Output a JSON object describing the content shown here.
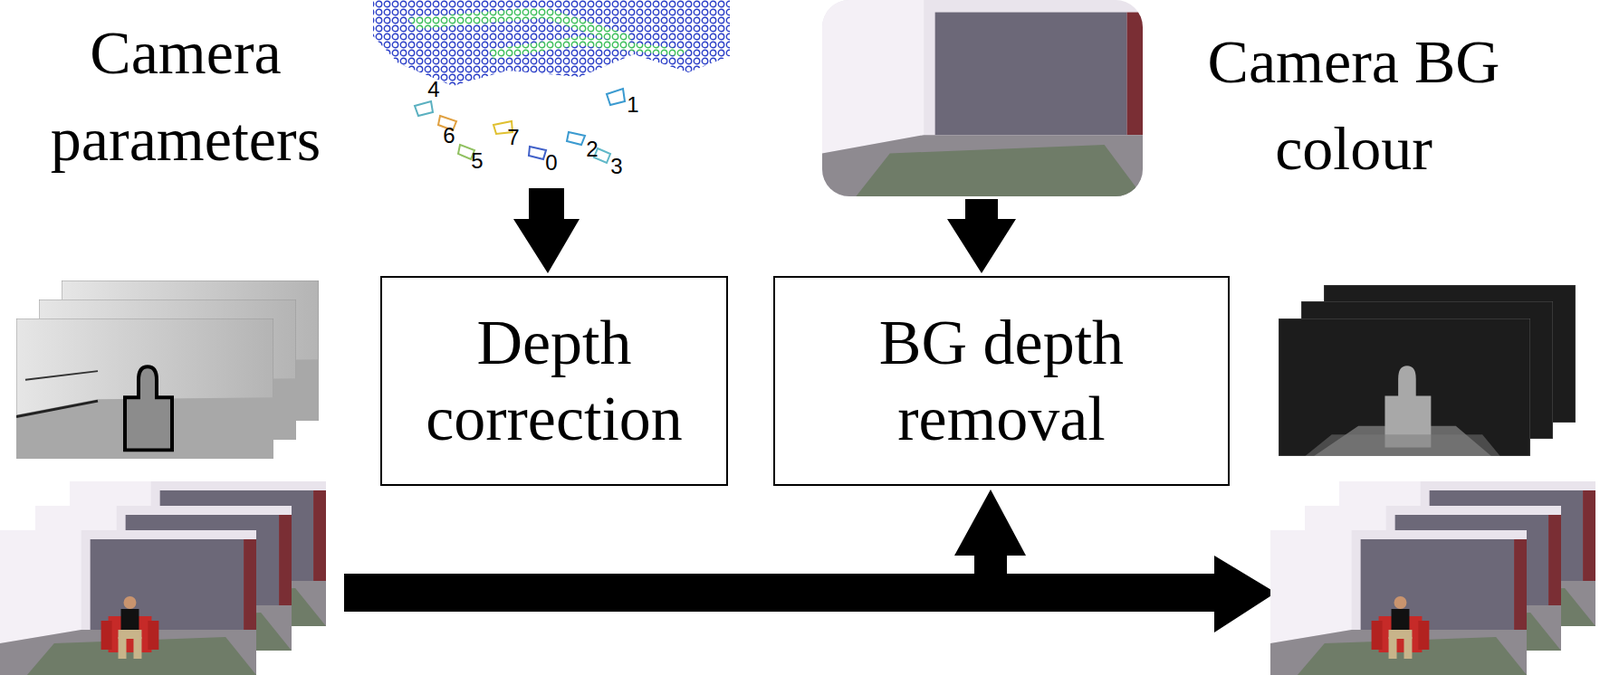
{
  "diagram": {
    "nodes": [
      {
        "text": [
          "Depth correction"
        ]
      },
      {
        "text": [
          "BG depth removal"
        ]
      }
    ],
    "labels": [
      "Camera parameters",
      "4",
      "1",
      "6",
      "7",
      "5",
      "0",
      "2",
      "3",
      "Camera BG colour"
    ]
  }
}
